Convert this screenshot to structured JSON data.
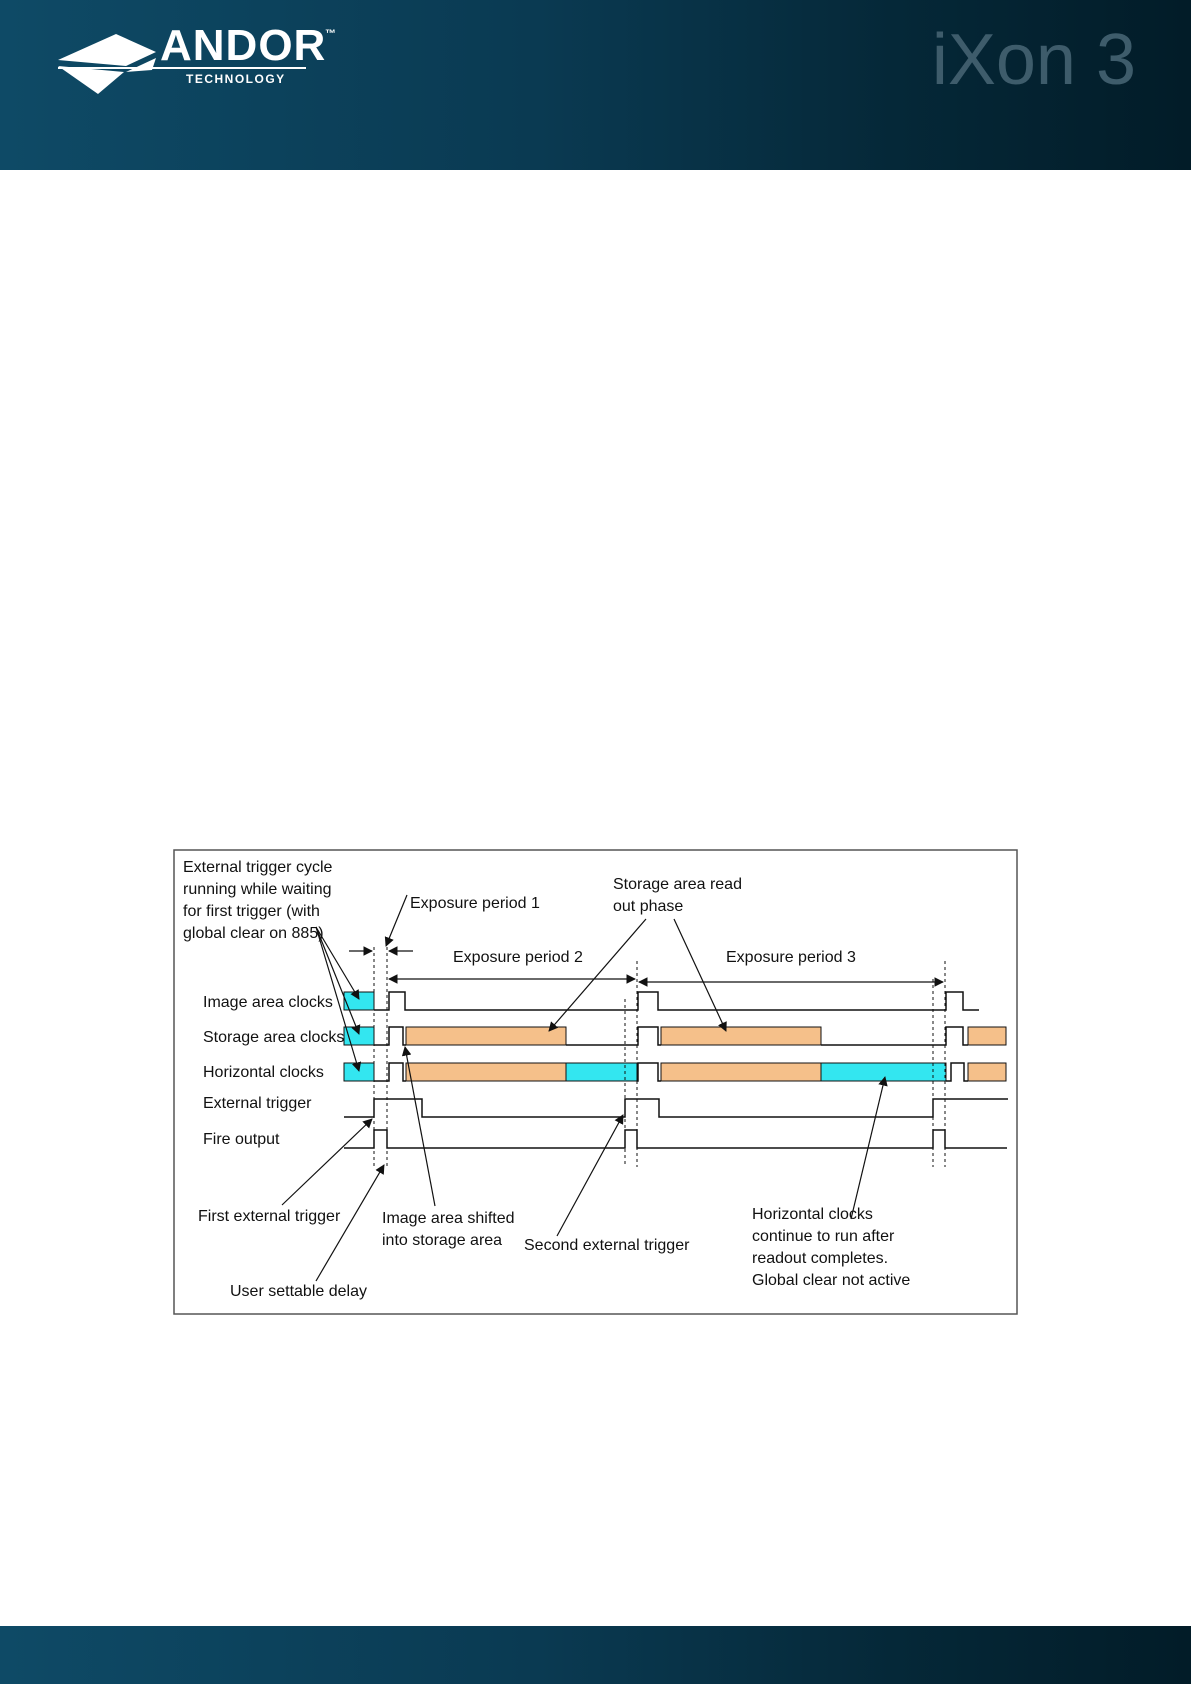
{
  "header": {
    "brand_name": "ANDOR",
    "brand_tm": "™",
    "brand_sub": "TECHNOLOGY",
    "product": "iXon 3"
  },
  "diagram": {
    "annotations": {
      "cycle_note": [
        "External trigger cycle",
        "running while waiting",
        "for first trigger (with",
        "global clear on 885)"
      ],
      "exposure1": "Exposure period 1",
      "exposure2": "Exposure period 2",
      "exposure3": "Exposure period 3",
      "readout_phase": [
        "Storage area read",
        "out phase"
      ],
      "first_trigger": "First external trigger",
      "user_delay": "User settable delay",
      "image_shift": [
        "Image area shifted",
        "into storage area"
      ],
      "second_trigger": "Second external trigger",
      "hclock_note": [
        "Horizontal clocks",
        "continue to run after",
        "readout completes.",
        "Global clear not active"
      ]
    },
    "signals": [
      "Image area clocks",
      "Storage area clocks",
      "Horizontal clocks",
      "External trigger",
      "Fire output"
    ],
    "colors": {
      "clear_cyan": "#33e6f0",
      "readout_orange": "#f5c08a",
      "line": "#111111"
    }
  }
}
